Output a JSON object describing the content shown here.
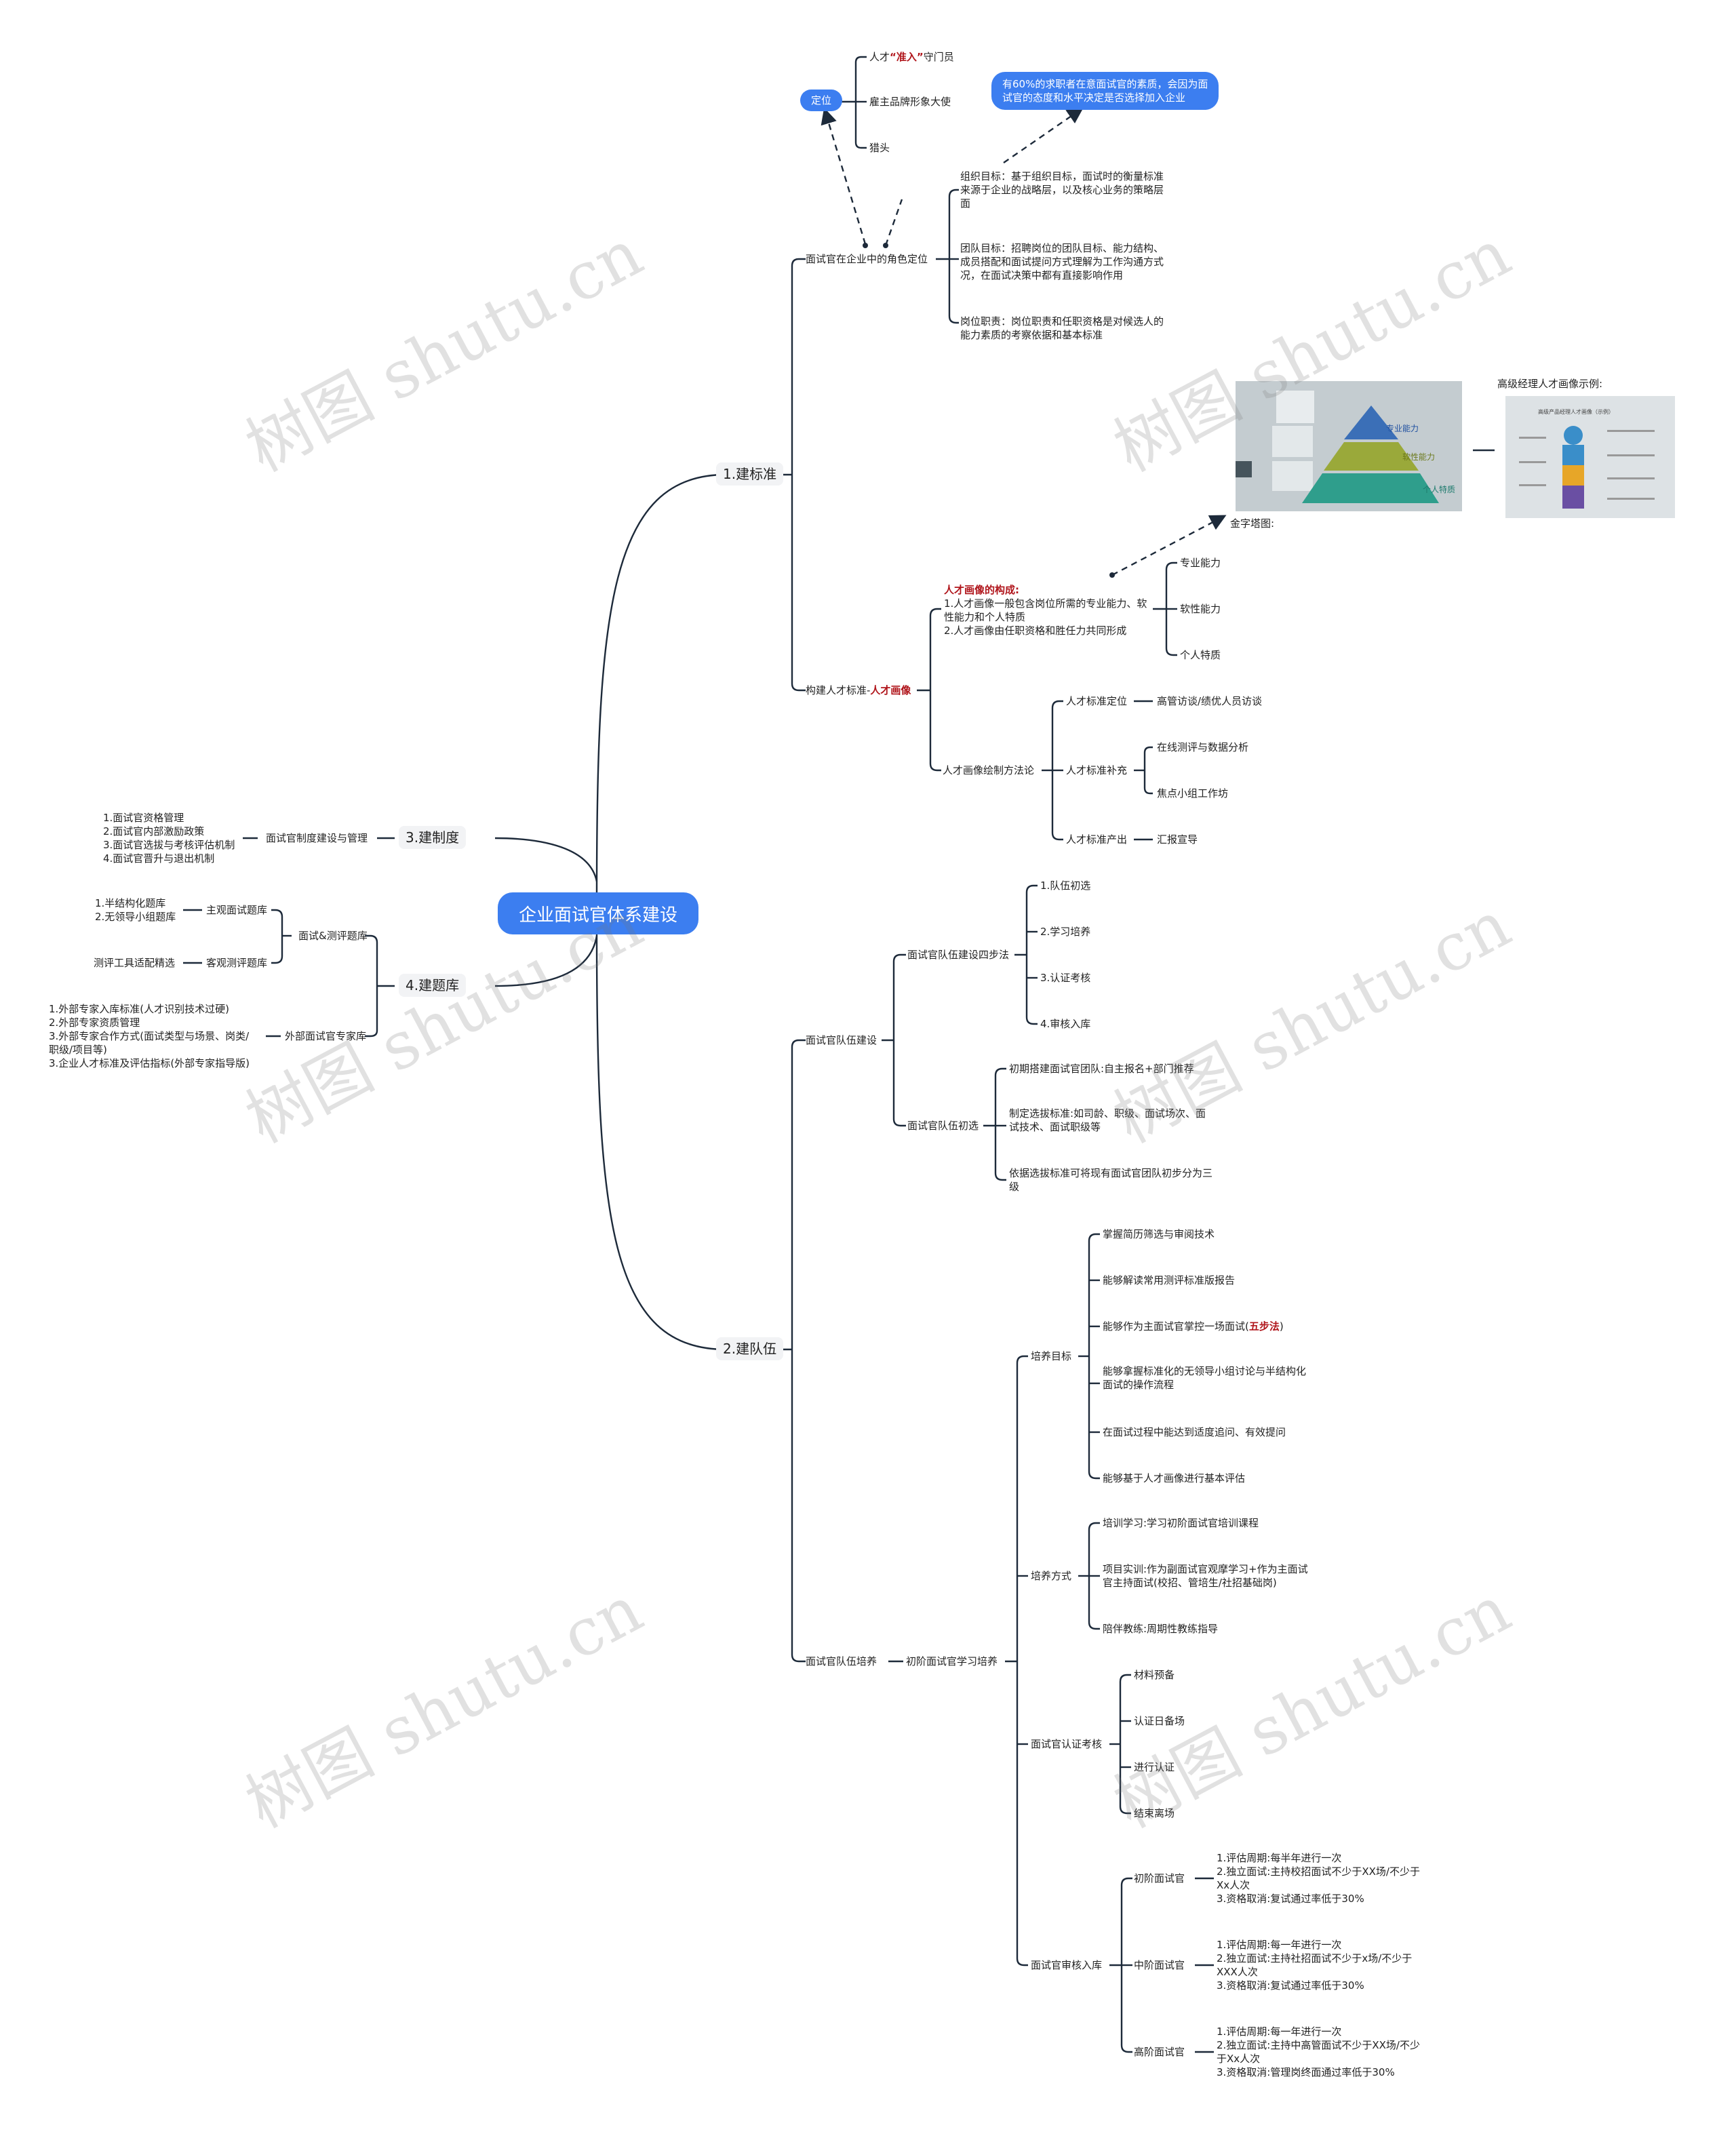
{
  "root": "企业面试官体系建设",
  "branches": {
    "b1": "1.建标准",
    "b2": "2.建队伍",
    "b3": "3.建制度",
    "b4": "4.建题库"
  },
  "b1": {
    "role": "面试官在企业中的角色定位",
    "positioning": "定位",
    "pos_items": [
      "人才",
      "“准入”",
      "守门员",
      "雇主品牌形象大使",
      "猎头"
    ],
    "callout": "有60%的求职者在意面试官的素质，会因为面\n试官的态度和水平决定是否选择加入企业",
    "goals": [
      "组织目标：基于组织目标，面试时的衡量标准\n来源于企业的战略层，以及核心业务的策略层\n面",
      "团队目标：招聘岗位的团队目标、能力结构、\n成员搭配和面试提问方式理解为工作沟通方式\n况，在面试决策中都有直接影响作用",
      "岗位职责：岗位职责和任职资格是对候选人的\n能力素质的考察依据和基本标准"
    ],
    "portrait_label": "构建人才标准-",
    "portrait_red": "人才画像",
    "composition_title": "人才画像的构成:",
    "composition_body": "1.人才画像一般包含岗位所需的专业能力、软\n性能力和个人特质\n2.人才画像由任职资格和胜任力共同形成",
    "pyramid_label": "金字塔图:",
    "senior_label": "高级经理人才画像示例:",
    "abilities": [
      "专业能力",
      "软性能力",
      "个人特质"
    ],
    "method": "人才画像绘制方法论",
    "method_items": [
      "人才标准定位",
      "人才标准补充",
      "人才标准产出"
    ],
    "method_leaves": [
      "高管访谈/绩优人员访谈",
      "在线测评与数据分析",
      "焦点小组工作坊",
      "汇报宣导"
    ],
    "pyramid_text": [
      "专业能力",
      "软性能力",
      "个人特质"
    ],
    "photo2_title": "高级产品经理人才画像（示例）"
  },
  "b2": {
    "team_build": "面试官队伍建设",
    "four_steps": "面试官队伍建设四步法",
    "steps": [
      "1.队伍初选",
      "2.学习培养",
      "3.认证考核",
      "4.审核入库"
    ],
    "initial": "面试官队伍初选",
    "initial_items": [
      "初期搭建面试官团队:自主报名+部门推荐",
      "制定选拔标准:如司龄、职级、面试场次、面\n试技术、面试职级等",
      "依据选拔标准可将现有面试官团队初步分为三\n级"
    ],
    "training": "面试官队伍培养",
    "junior_training": "初阶面试官学习培养",
    "goal": "培养目标",
    "goal_items": [
      "掌握简历筛选与审阅技术",
      "能够解读常用测评标准版报告",
      "能够作为主面试官掌控一场面试(",
      "五步法",
      ")",
      "能够拿握标准化的无领导小组讨论与半结构化\n面试的操作流程",
      "在面试过程中能达到适度追问、有效提问",
      "能够基于人才画像进行基本评估"
    ],
    "method": "培养方式",
    "method_items": [
      "培训学习:学习初阶面试官培训课程",
      "项目实训:作为副面试官观摩学习+作为主面试\n官主持面试(校招、管培生/社招基础岗)",
      "陪伴教练:周期性教练指导"
    ],
    "cert": "面试官认证考核",
    "cert_items": [
      "材料预备",
      "认证日备场",
      "进行认证",
      "结束离场"
    ],
    "review": "面试官审核入库",
    "levels": [
      "初阶面试官",
      "中阶面试官",
      "高阶面试官"
    ],
    "level_texts": [
      "1.评估周期:每半年进行一次\n2.独立面试:主持校招面试不少于XX场/不少于\nXx人次\n3.资格取消:复试通过率低于30%",
      "1.评估周期:每一年进行一次\n2.独立面试:主持社招面试不少于x场/不少于\nXXX人次\n3.资格取消:复试通过率低于30%",
      "1.评估周期:每一年进行一次\n2.独立面试:主持中高管面试不少于XX场/不少\n于Xx人次\n3.资格取消:管理岗终面通过率低于30%"
    ]
  },
  "b3": {
    "node": "面试官制度建设与管理",
    "text": "1.面试官资格管理\n2.面试官内部激励政策\n3.面试官选拔与考核评估机制\n4.面试官晋升与退出机制"
  },
  "b4": {
    "bank": "面试&测评题库",
    "subjective": "主观面试题库",
    "subjective_text": "1.半结构化题库\n2.无领导小组题库",
    "objective": "客观测评题库",
    "objective_text": "测评工具适配精选",
    "expert": "外部面试官专家库",
    "expert_text": "1.外部专家入库标准(人才识别技术过硬)\n2.外部专家资质管理\n3.外部专家合作方式(面试类型与场景、岗类/\n职级/项目等)\n3.企业人才标准及评估指标(外部专家指导版)"
  },
  "watermark": "树图 shutu.cn",
  "colors": {
    "accent": "#3c7ef0",
    "line": "#1d2a3a",
    "red": "#b0151b"
  }
}
